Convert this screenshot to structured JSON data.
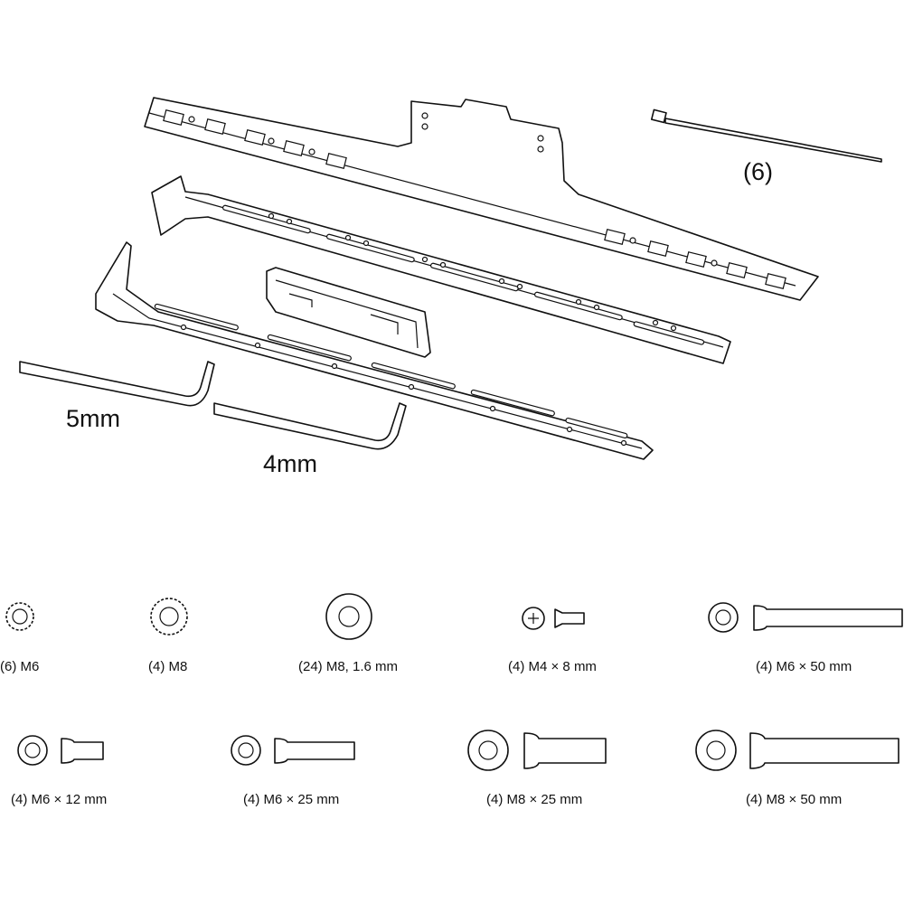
{
  "parts": {
    "cable_tie_qty": "(6)",
    "hex_key_large": "5mm",
    "hex_key_small": "4mm"
  },
  "hardware": [
    {
      "label": "(6) M6"
    },
    {
      "label": "(4) M8"
    },
    {
      "label": "(24) M8, 1.6 mm"
    },
    {
      "label": "(4) M4 × 8 mm"
    },
    {
      "label": "(4) M6 × 50 mm"
    },
    {
      "label": "(4) M6 × 12 mm"
    },
    {
      "label": "(4) M6 × 25 mm"
    },
    {
      "label": "(4) M8 × 25 mm"
    },
    {
      "label": "(4) M8 × 50 mm"
    }
  ]
}
